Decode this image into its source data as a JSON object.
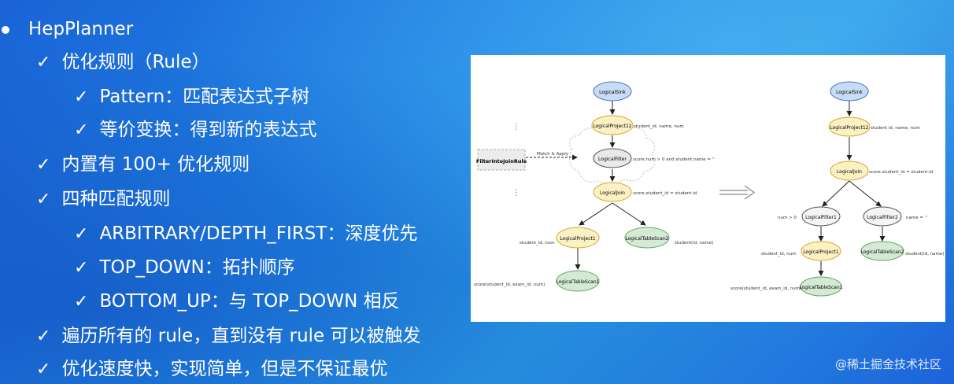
{
  "bullets": [
    {
      "level": 0,
      "marker": "dot",
      "text": "HepPlanner"
    },
    {
      "level": 1,
      "marker": "check",
      "text": "优化规则（Rule）"
    },
    {
      "level": 2,
      "marker": "check",
      "text": "Pattern：匹配表达式子树"
    },
    {
      "level": 2,
      "marker": "check",
      "text": "等价变换：得到新的表达式"
    },
    {
      "level": 1,
      "marker": "check",
      "text": "内置有 100+ 优化规则"
    },
    {
      "level": 1,
      "marker": "check",
      "text": "四种匹配规则"
    },
    {
      "level": 2,
      "marker": "check",
      "text": "ARBITRARY/DEPTH_FIRST：深度优先"
    },
    {
      "level": 2,
      "marker": "check",
      "text": "TOP_DOWN：拓扑顺序"
    },
    {
      "level": 2,
      "marker": "check",
      "text": "BOTTOM_UP：与 TOP_DOWN 相反"
    },
    {
      "level": 1,
      "marker": "check",
      "text": "遍历所有的 rule，直到没有 rule 可以被触发"
    },
    {
      "level": 1,
      "marker": "check",
      "text": "优化速度快，实现简单，但是不保证最优"
    }
  ],
  "diagram": {
    "left": {
      "sink": "LogicalSink",
      "project": "LogicalProject12",
      "project_fields": "student_id, name, num",
      "filter": "LogicalFilter",
      "filter_cond": "score.num > 0 and student.name = ''",
      "join": "LogicalJoin",
      "join_cond": "score.student_id = student.id",
      "project1": "LogicalProject1",
      "project1_fields": "student_id, num",
      "scan2": "LogicalTableScan2",
      "scan2_fields": "student(id, name)",
      "scan1": "LogicalTableScan1",
      "scan1_fields": "score(student_id, exam_id, num)",
      "rule": "FilterIntoJoinRule",
      "rule_action": "Match & Apply"
    },
    "right": {
      "sink": "LogicalSink",
      "project": "LogicalProject12",
      "project_fields": "student id, name, num",
      "join": "LogicalJoin",
      "join_cond": "score.student_id = student.id",
      "filter1": "LogicalFilter1",
      "filter1_cond": "num > 0",
      "filter2": "LogicalFilter2",
      "filter2_cond": "name = ''",
      "project1": "LogicalProject1",
      "project1_fields": "student_id, num",
      "scan2": "LogicalTableScan2",
      "scan2_fields": "student(id, name)",
      "scan1": "LogicalTableScan1",
      "scan1_fields": "score(student_id, exam_id, num)"
    }
  },
  "watermark": "@稀土掘金技术社区",
  "colors": {
    "blue_node": "#c9dcf5",
    "yellow_node": "#fbf1c4",
    "gray_node": "#e9e9e9",
    "green_node": "#d4ead4"
  }
}
